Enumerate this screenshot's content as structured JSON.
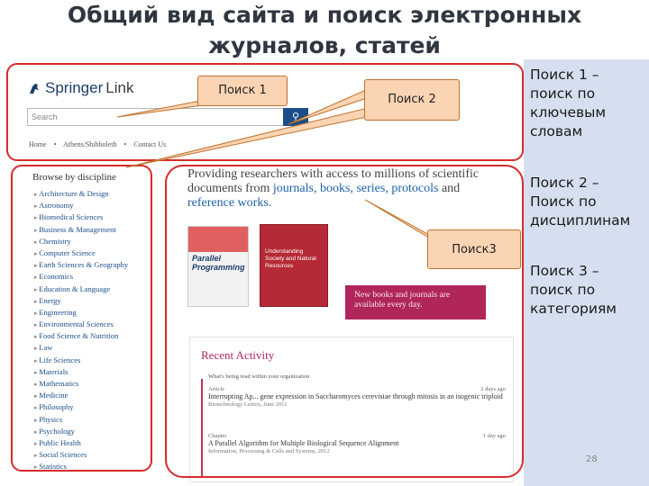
{
  "slide": {
    "title_line1": "Общий вид сайта и поиск электронных",
    "title_line2": "журналов, статей",
    "page_number": "28"
  },
  "site": {
    "logo_text": "Springer",
    "logo_link": "Link",
    "search_placeholder": "Search",
    "search_button_icon": "search-icon",
    "nav": [
      "Home",
      "•",
      "Athens/Shibboleth",
      "•",
      "Contact Us"
    ],
    "browse_title": "Browse by discipline",
    "disciplines": [
      "Architecture & Design",
      "Astronomy",
      "Biomedical Sciences",
      "Business & Management",
      "Chemistry",
      "Computer Science",
      "Earth Sciences & Geography",
      "Economics",
      "Education & Language",
      "Energy",
      "Engineering",
      "Environmental Sciences",
      "Food Science & Nutrition",
      "Law",
      "Life Sciences",
      "Materials",
      "Mathematics",
      "Medicine",
      "Philosophy",
      "Physics",
      "Psychology",
      "Public Health",
      "Social Sciences",
      "Statistics"
    ],
    "hero_pre": "Providing researchers with access to millions of scientific documents from ",
    "hero_links": [
      "journals,",
      "books,",
      "series,",
      "protocols",
      "and",
      "reference works."
    ],
    "book1_title": "Parallel Programming",
    "book2_title": "Understanding Society and Natural Resources",
    "banner_text": "New books and journals are available every day.",
    "recent_title": "Recent Activity",
    "recent_subtitle": "What's being read within your organization",
    "recent_items": [
      {
        "type": "Article",
        "time": "2 days ago",
        "title": "Interrupting Ap... gene expression in Saccharomyces cerevisiae through mitosis in an isogenic triploid",
        "source": "Biotechnology Letters, June 2011"
      },
      {
        "type": "Chapter",
        "time": "1 day ago",
        "title": "A Parallel Algorithm for Multiple Biological Sequence Alignment",
        "source": "Information, Processing & Cells and Systems, 2012"
      }
    ]
  },
  "callouts": {
    "search1": "Поиск 1",
    "search2": "Поиск 2",
    "search3": "Поиск3"
  },
  "sidebar_notes": {
    "note1": "Поиск 1 – поиск по ключевым словам",
    "note2": "Поиск 2 – Поиск по дисциплинам",
    "note3": "Поиск 3 – поиск по категориям"
  },
  "colors": {
    "highlight_outline": "#d92b2b",
    "callout_fill": "#fbd4b4",
    "sidebar_fill": "#d6dfef",
    "accent": "#b0255a"
  }
}
